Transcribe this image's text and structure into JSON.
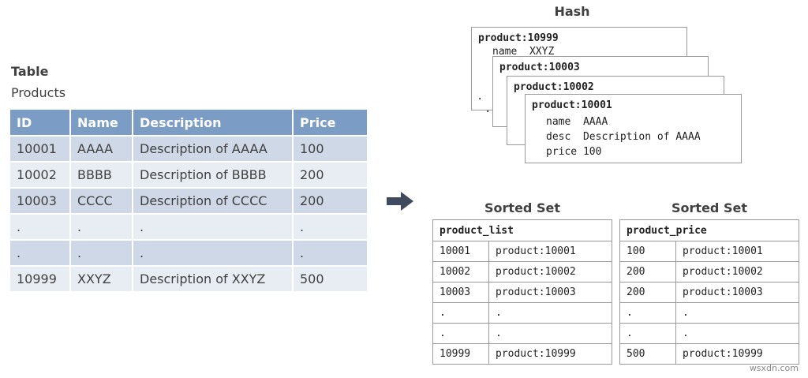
{
  "table": {
    "title": "Table",
    "subtitle": "Products",
    "headers": [
      "ID",
      "Name",
      "Description",
      "Price"
    ],
    "rows": [
      [
        "10001",
        "AAAA",
        "Description of AAAA",
        "100"
      ],
      [
        "10002",
        "BBBB",
        "Description of BBBB",
        "200"
      ],
      [
        "10003",
        "CCCC",
        "Description of CCCC",
        "200"
      ],
      [
        ".",
        ".",
        ".",
        "."
      ],
      [
        ".",
        ".",
        ".",
        "."
      ],
      [
        "10999",
        "XXYZ",
        "Description of XXYZ",
        "500"
      ]
    ]
  },
  "hash": {
    "title": "Hash",
    "cards": [
      {
        "key": "product:10999",
        "lines": [
          "name  XXYZ"
        ]
      },
      {
        "key": "product:10003",
        "lines": []
      },
      {
        "key": "product:10002",
        "lines": []
      },
      {
        "key": "product:10001",
        "lines": [
          "name  AAAA",
          "desc  Description of AAAA",
          "price 100"
        ]
      }
    ],
    "dots": "."
  },
  "sorted_sets": [
    {
      "title": "Sorted Set",
      "key": "product_list",
      "rows": [
        [
          "10001",
          "product:10001"
        ],
        [
          "10002",
          "product:10002"
        ],
        [
          "10003",
          "product:10003"
        ],
        [
          ".",
          "."
        ],
        [
          ".",
          "."
        ],
        [
          "10999",
          "product:10999"
        ]
      ]
    },
    {
      "title": "Sorted Set",
      "key": "product_price",
      "rows": [
        [
          "100",
          "product:10001"
        ],
        [
          "200",
          "product:10002"
        ],
        [
          "200",
          "product:10003"
        ],
        [
          ".",
          "."
        ],
        [
          ".",
          "."
        ],
        [
          "500",
          "product:10999"
        ]
      ]
    }
  ],
  "watermark": "wsxdn.com",
  "colors": {
    "header": "#7b9cc4",
    "row_even": "#cfd8e6",
    "row_odd": "#e8edf3",
    "arrow": "#3f4a5c"
  }
}
